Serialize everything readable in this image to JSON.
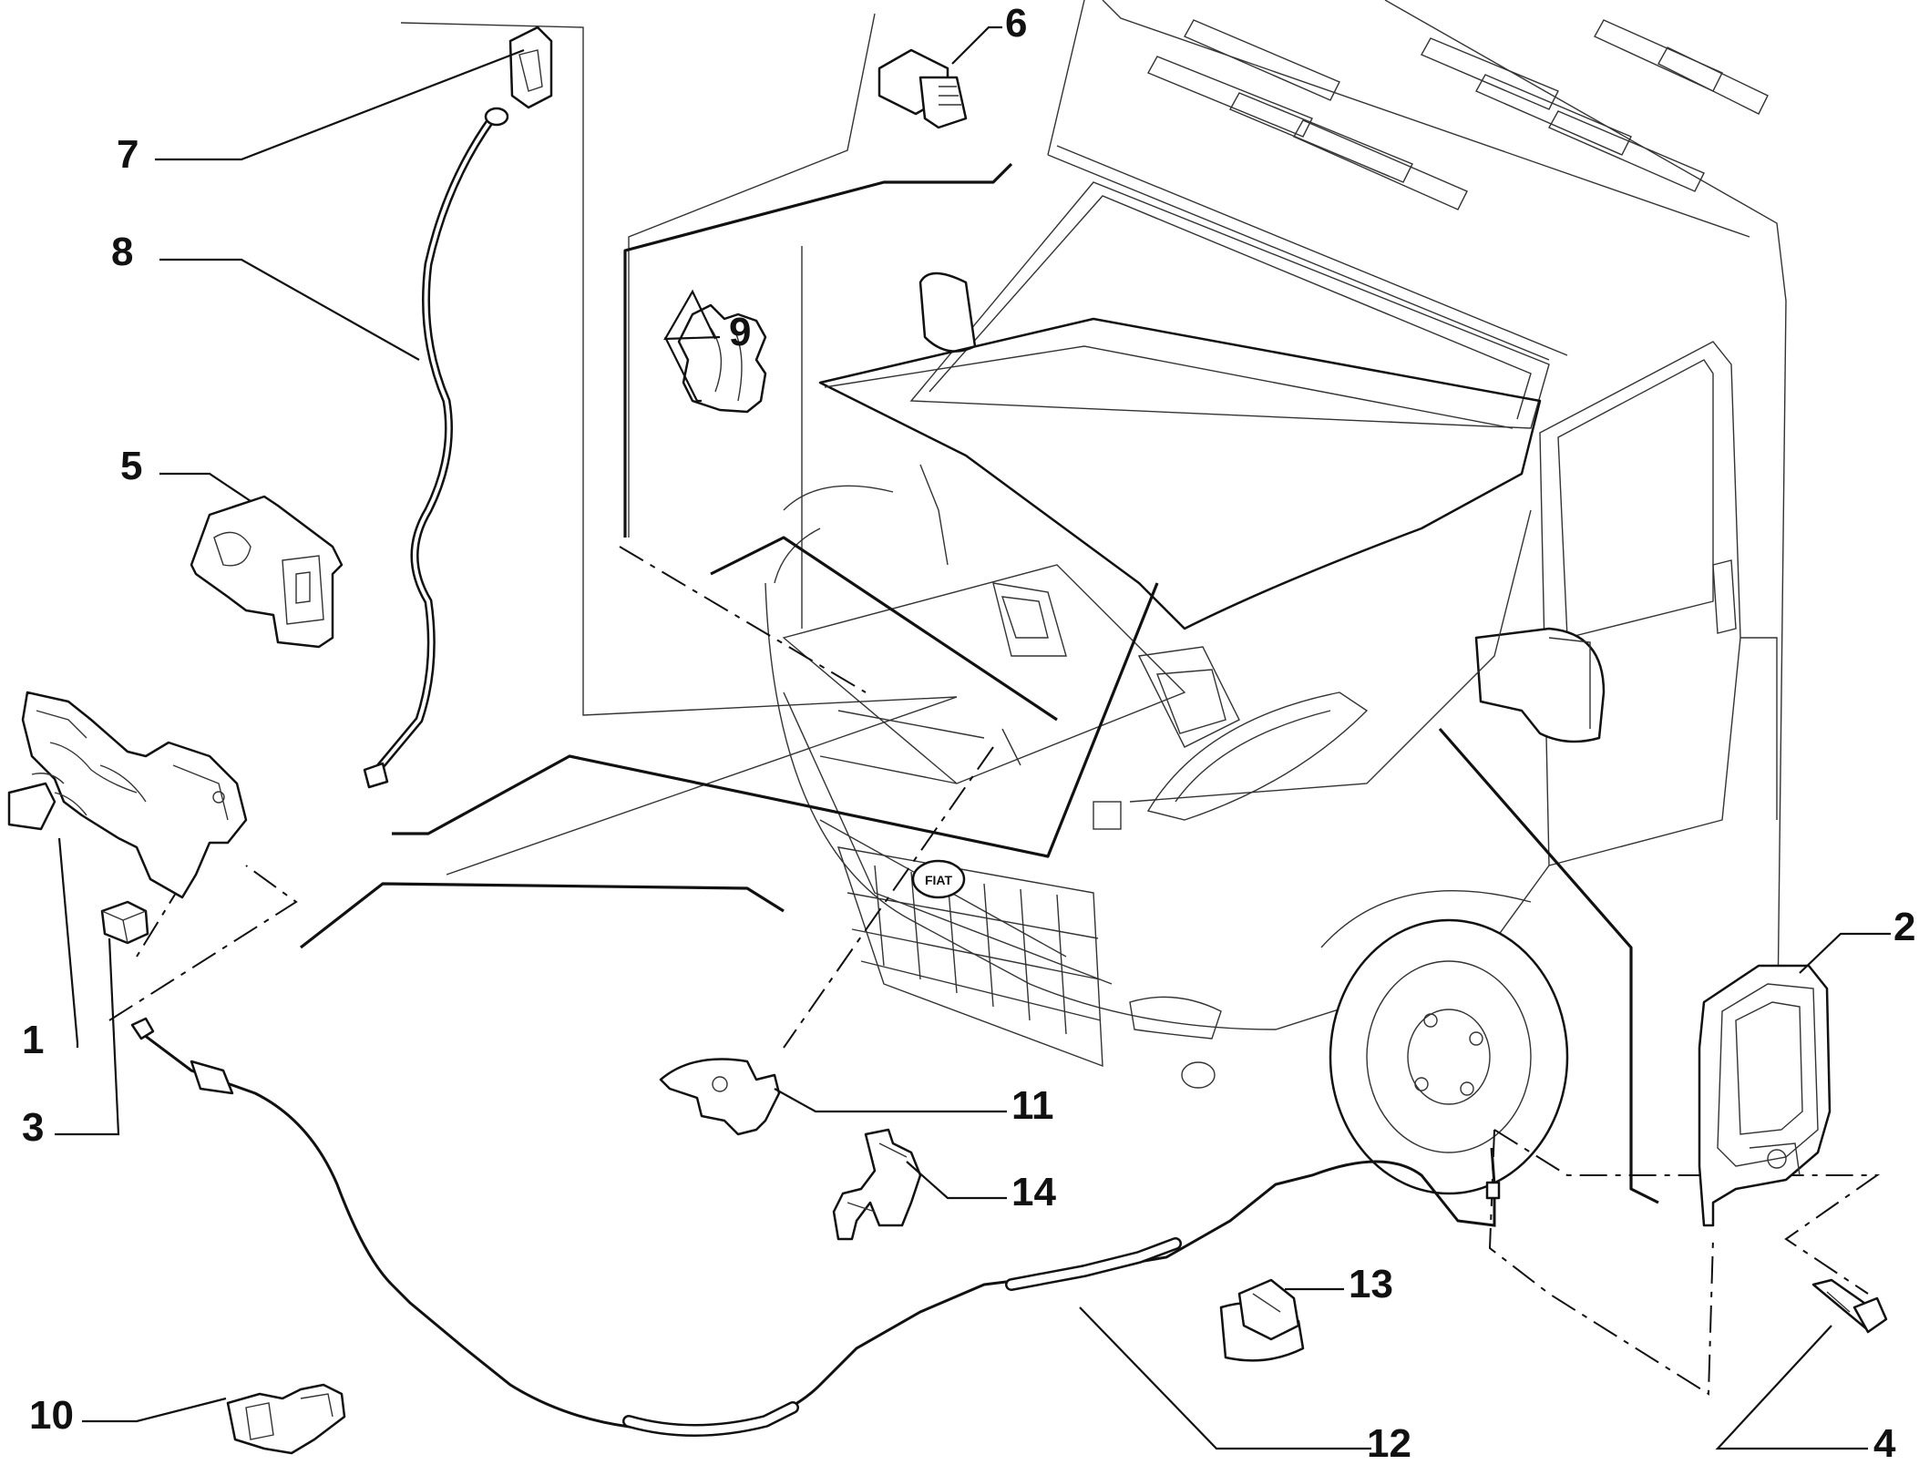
{
  "callouts": [
    {
      "id": "1",
      "label": "1"
    },
    {
      "id": "2",
      "label": "2"
    },
    {
      "id": "3",
      "label": "3"
    },
    {
      "id": "4",
      "label": "4"
    },
    {
      "id": "5",
      "label": "5"
    },
    {
      "id": "6",
      "label": "6"
    },
    {
      "id": "7",
      "label": "7"
    },
    {
      "id": "8",
      "label": "8"
    },
    {
      "id": "9",
      "label": "9"
    },
    {
      "id": "10",
      "label": "10"
    },
    {
      "id": "11",
      "label": "11"
    },
    {
      "id": "12",
      "label": "12"
    },
    {
      "id": "13",
      "label": "13"
    },
    {
      "id": "14",
      "label": "14"
    }
  ],
  "vehicle": {
    "grille_badge_text": "FIAT"
  }
}
